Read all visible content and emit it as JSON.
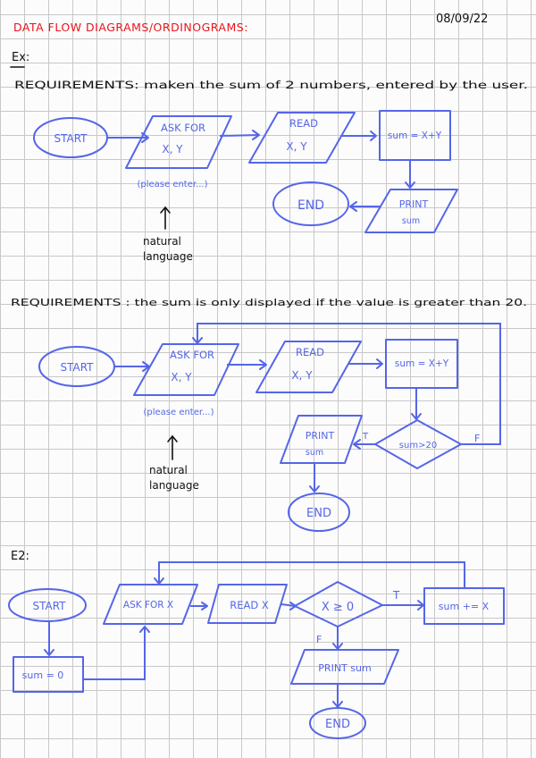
{
  "header": {
    "title": "DATA FLOW DIAGRAMS/ORDINOGRAMS:",
    "date": "08/09/22",
    "example_label": "Ex:"
  },
  "colors": {
    "title": "#e8141c",
    "ink": "#111111",
    "diagram": "#5566e8",
    "grid": "#c8c8c8",
    "paper": "#fcfcfc"
  },
  "diagram1": {
    "requirements": "REQUIREMENTS: maken the sum of 2 numbers, entered by the user.",
    "start": "START",
    "ask_line1": "ASK FOR",
    "ask_line2": "X, Y",
    "ask_note": "(please enter...)",
    "read_line1": "READ",
    "read_line2": "X, Y",
    "process": "sum = X+Y",
    "print_line1": "PRINT",
    "print_line2": "sum",
    "end": "END",
    "annotation_line1": "natural",
    "annotation_line2": "language"
  },
  "diagram2": {
    "requirements": "REQUIREMENTS : the sum is only displayed if the value is greater than 20.",
    "start": "START",
    "ask_line1": "ASK FOR",
    "ask_line2": "X, Y",
    "ask_note": "(please enter...)",
    "read_line1": "READ",
    "read_line2": "X, Y",
    "process": "sum = X+Y",
    "decision": "sum>20",
    "true_label": "T",
    "false_label": "F",
    "print_line1": "PRINT",
    "print_line2": "sum",
    "end": "END",
    "annotation_line1": "natural",
    "annotation_line2": "language"
  },
  "diagram3": {
    "label": "E2:",
    "start": "START",
    "init": "sum = 0",
    "ask": "ASK FOR X",
    "read": "READ X",
    "decision": "X ≥ 0",
    "true_label": "T",
    "false_label": "F",
    "process": "sum += X",
    "print": "PRINT sum",
    "end": "END"
  }
}
